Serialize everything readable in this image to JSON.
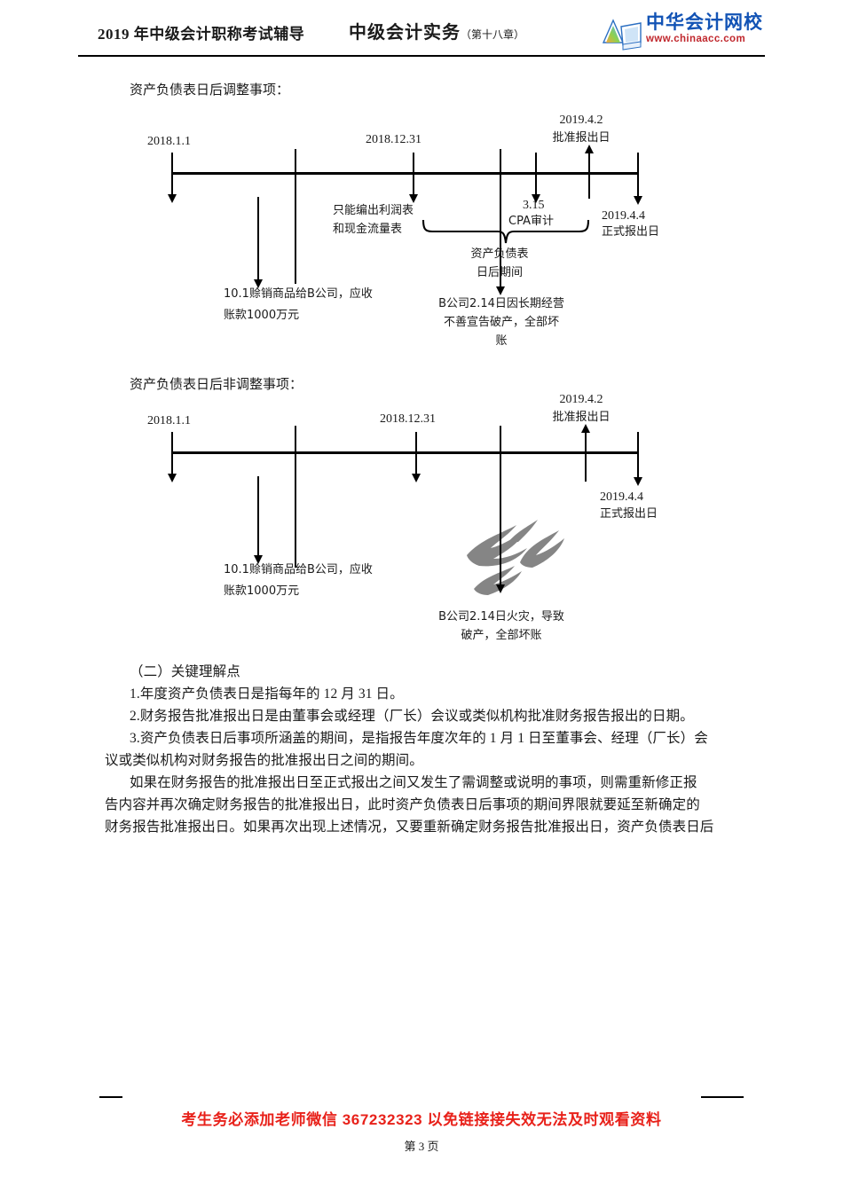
{
  "header": {
    "left_title": "2019 年中级会计职称考试辅导",
    "center_title": "中级会计实务",
    "center_suffix": "（第十八章）",
    "logo_name": "中华会计网校",
    "logo_url": "www.chinaacc.com",
    "logo_text_color": "#1253b5",
    "logo_url_color": "#c0272d"
  },
  "section1": {
    "caption": "资产负债表日后调整事项：",
    "ticks": {
      "start_date": "2018.1.1",
      "balance_sheet_date": "2018.12.31",
      "approval_date": "2019.4.2",
      "approval_label": "批准报出日",
      "audit_date": "3.15",
      "audit_label": "CPA审计",
      "issue_date": "2019.4.4",
      "issue_label": "正式报出日"
    },
    "notes": {
      "only_statements_line1": "只能编出利润表",
      "only_statements_line2": "和现金流量表",
      "period_line1": "资产负债表",
      "period_line2": "日后期间",
      "sale_line1": "10.1赊销商品给B公司，应收",
      "sale_line2": "账款1000万元",
      "event_line1": "B公司2.14日因长期经营",
      "event_line2": "不善宣告破产，全部坏",
      "event_line3": "账"
    }
  },
  "section2": {
    "caption": "资产负债表日后非调整事项：",
    "ticks": {
      "start_date": "2018.1.1",
      "balance_sheet_date": "2018.12.31",
      "approval_date": "2019.4.2",
      "approval_label": "批准报出日",
      "issue_date": "2019.4.4",
      "issue_label": "正式报出日"
    },
    "notes": {
      "sale_line1": "10.1赊销商品给B公司，应收",
      "sale_line2": "账款1000万元",
      "event_line1": "B公司2.14日火灾，导致",
      "event_line2": "破产，全部坏账"
    },
    "flame_color": "#808080"
  },
  "body": {
    "heading": "（二）关键理解点",
    "p1": "1.年度资产负债表日是指每年的 12 月 31 日。",
    "p2": "2.财务报告批准报出日是由董事会或经理（厂长）会议或类似机构批准财务报告报出的日期。",
    "p3_line1": "3.资产负债表日后事项所涵盖的期间，是指报告年度次年的 1 月 1 日至董事会、经理（厂长）会",
    "p3_line2": "议或类似机构对财务报告的批准报出日之间的期间。",
    "p4_line1": "如果在财务报告的批准报出日至正式报出之间又发生了需调整或说明的事项，则需重新修正报",
    "p4_line2": "告内容并再次确定财务报告的批准报出日，此时资产负债表日后事项的期间界限就要延至新确定的",
    "p4_line3": "财务报告批准报出日。如果再次出现上述情况，又要重新确定财务报告批准报出日，资产负债表日后"
  },
  "footer": {
    "note": "考生务必添加老师微信 367232323 以免链接接失效无法及时观看资料",
    "page": "第 3 页",
    "note_color": "#e8211a"
  }
}
